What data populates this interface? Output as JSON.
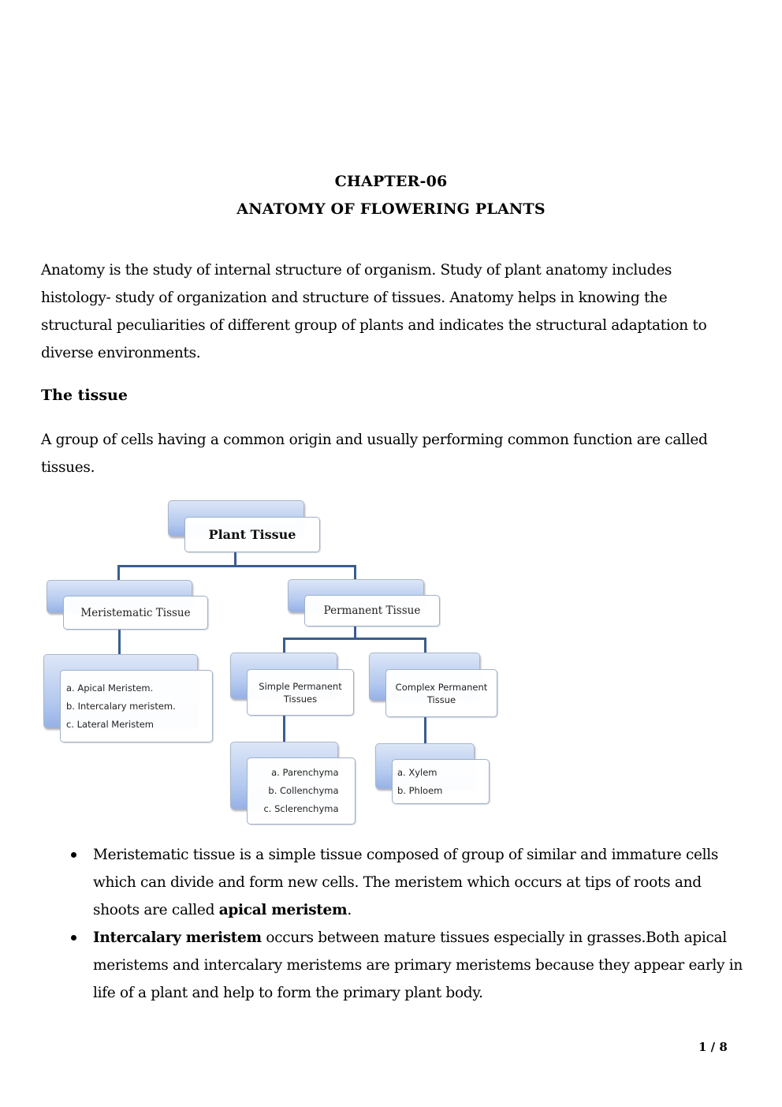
{
  "header": {
    "chapter": "CHAPTER-06",
    "title": "ANATOMY OF FLOWERING PLANTS"
  },
  "intro": {
    "paragraph": "Anatomy is the study of internal structure of organism. Study of plant anatomy includes histology- study of organization and structure of tissues. Anatomy helps in knowing the structural peculiarities of different group of plants and indicates the structural adaptation to diverse environments."
  },
  "section": {
    "heading": "The tissue",
    "definition": "A group of cells having a common origin and usually performing common function are called tissues."
  },
  "diagram": {
    "root": "Plant Tissue",
    "meristematic": {
      "label": "Meristematic Tissue",
      "items": [
        "a. Apical Meristem.",
        "b. Intercalary meristem.",
        "c. Lateral Meristem"
      ]
    },
    "permanent": {
      "label": "Permanent Tissue",
      "simple": {
        "label_line1": "Simple Permanent",
        "label_line2": "Tissues",
        "items": [
          "a. Parenchyma",
          "b. Collenchyma",
          "c. Sclerenchyma"
        ]
      },
      "complex": {
        "label_line1": "Complex Permanent",
        "label_line2": "Tissue",
        "items": [
          "a. Xylem",
          "b. Phloem"
        ]
      }
    },
    "colors": {
      "connector": "#3a5d8f",
      "box_gradient_top": "#dce6f7",
      "box_gradient_bottom": "#96b1e6",
      "box_border": "#9fb1c8"
    }
  },
  "bullets": [
    {
      "text_before": "Meristematic tissue is a simple tissue composed of group of similar and immature cells which can divide and form new cells. The meristem which occurs at tips of roots and shoots are called ",
      "bold": "apical meristem",
      "text_after": "."
    },
    {
      "bold": "Intercalary meristem",
      "text_after": " occurs between mature tissues especially in grasses.Both apical meristems and intercalary meristems are primary meristems because they appear early in life of a plant and help to form the primary plant body."
    }
  ],
  "footer": {
    "page_number": "1 / 8"
  }
}
